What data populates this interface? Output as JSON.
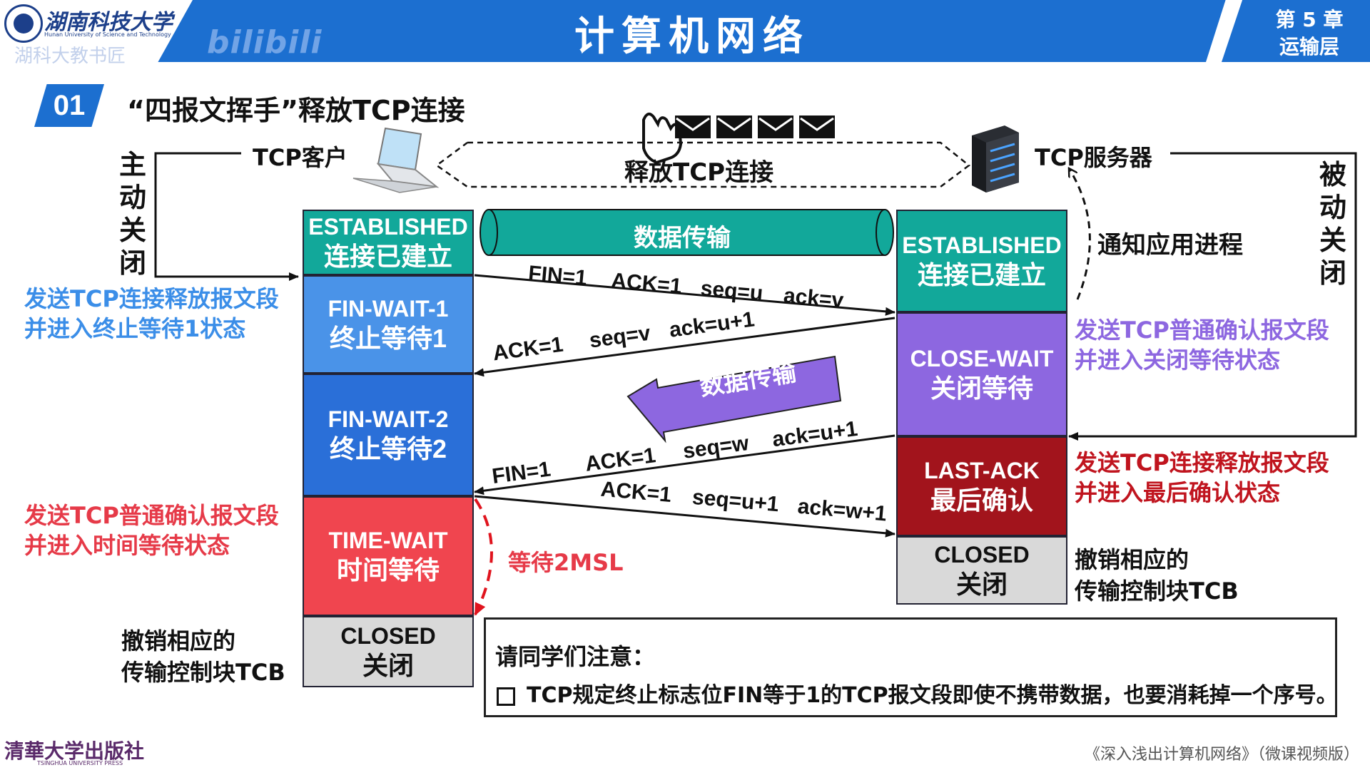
{
  "header": {
    "university_name": "湖南科技大学",
    "university_en": "Hunan University of Science and Technology",
    "watermark": "湖科大教书匠",
    "bilibili": "bilibili",
    "title": "计算机网络",
    "chapter": "第 5 章",
    "chapter_name": "运输层"
  },
  "section": {
    "number": "01",
    "title": "“四报文挥手”释放TCP连接"
  },
  "top": {
    "client_label": "TCP客户",
    "server_label": "TCP服务器",
    "release_label": "释放TCP连接",
    "active_close": "主动关闭",
    "passive_close": "被动关闭",
    "notify_app": "通知应用进程"
  },
  "client_states": [
    {
      "en": "ESTABLISHED",
      "zh": "连接已建立",
      "color": "#12a89a"
    },
    {
      "en": "FIN-WAIT-1",
      "zh": "终止等待1",
      "color": "#4a93e8"
    },
    {
      "en": "FIN-WAIT-2",
      "zh": "终止等待2",
      "color": "#2a6fd8"
    },
    {
      "en": "TIME-WAIT",
      "zh": "时间等待",
      "color": "#f0454f"
    },
    {
      "en": "CLOSED",
      "zh": "关闭",
      "color": "#d9d9d9"
    }
  ],
  "server_states": [
    {
      "en": "ESTABLISHED",
      "zh": "连接已建立",
      "color": "#12a89a"
    },
    {
      "en": "CLOSE-WAIT",
      "zh": "关闭等待",
      "color": "#8d67e0"
    },
    {
      "en": "LAST-ACK",
      "zh": "最后确认",
      "color": "#a2141c"
    },
    {
      "en": "CLOSED",
      "zh": "关闭",
      "color": "#d9d9d9"
    }
  ],
  "messages": {
    "m1": {
      "fin": "FIN=1",
      "ack": "ACK=1",
      "seq": "seq=u",
      "ackn": "ack=v"
    },
    "m2": {
      "ack": "ACK=1",
      "seq": "seq=v",
      "ackn": "ack=u+1"
    },
    "m3": {
      "fin": "FIN=1",
      "ack": "ACK=1",
      "seq": "seq=w",
      "ackn": "ack=u+1"
    },
    "m4": {
      "ack": "ACK=1",
      "seq": "seq=u+1",
      "ackn": "ack=w+1"
    }
  },
  "data_transfer_label": "数据传输",
  "wait_2msl": "等待2MSL",
  "left_annotations": {
    "a1_line1": "发送TCP连接释放报文段",
    "a1_line2": "并进入终止等待1状态",
    "a2_line1": "发送TCP普通确认报文段",
    "a2_line2": "并进入时间等待状态",
    "a3_line1": "撤销相应的",
    "a3_line2": "传输控制块TCB"
  },
  "right_annotations": {
    "a1_line1": "发送TCP普通确认报文段",
    "a1_line2": "并进入关闭等待状态",
    "a2_line1": "发送TCP连接释放报文段",
    "a2_line2": "并进入最后确认状态",
    "a3_line1": "撤销相应的",
    "a3_line2": "传输控制块TCB"
  },
  "note": {
    "title": "请同学们注意：",
    "text": "TCP规定终止标志位FIN等于1的TCP报文段即使不携带数据，也要消耗掉一个序号。"
  },
  "footer": {
    "publisher": "清華大学出版社",
    "publisher_en": "TSINGHUA UNIVERSITY PRESS",
    "book": "《深入浅出计算机网络》（微课视频版）"
  },
  "colors": {
    "header_blue": "#1c6fd0",
    "annot_blue": "#3b8ee8",
    "annot_purple": "#8d67e0",
    "annot_red": "#e63a48",
    "dark_red": "#c0141e"
  }
}
